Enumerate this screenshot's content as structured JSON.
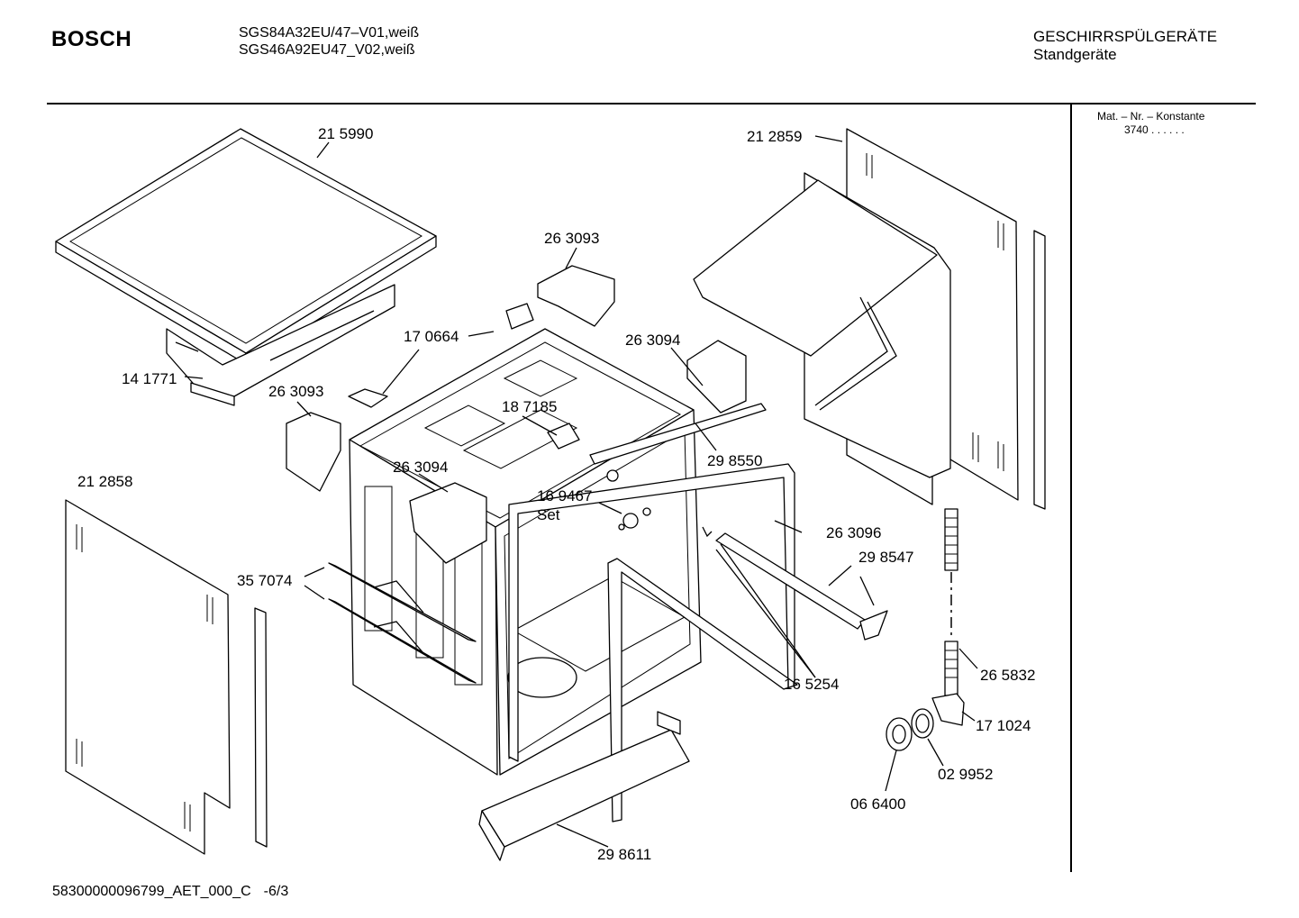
{
  "header": {
    "brand": "BOSCH",
    "model_line_1": "SGS84A32EU/47–V01,weiß",
    "model_line_2": "SGS46A92EU47_V02,weiß",
    "category_line_1": "GESCHIRRSPÜLGERÄTE",
    "category_line_2": "Standgeräte"
  },
  "sidebar": {
    "mat_label": "Mat. – Nr. – Konstante",
    "mat_value": "3740 . .   . . . ."
  },
  "parts": [
    {
      "id": "215990",
      "label": "21 5990"
    },
    {
      "id": "212859",
      "label": "21 2859"
    },
    {
      "id": "263093a",
      "label": "26 3093"
    },
    {
      "id": "170664",
      "label": "17 0664"
    },
    {
      "id": "263094a",
      "label": "26 3094"
    },
    {
      "id": "141771",
      "label": "14 1771"
    },
    {
      "id": "263093b",
      "label": "26 3093"
    },
    {
      "id": "187185",
      "label": "18 7185"
    },
    {
      "id": "298550",
      "label": "29 8550"
    },
    {
      "id": "263094b",
      "label": "26 3094"
    },
    {
      "id": "212858",
      "label": "21 2858"
    },
    {
      "id": "169467",
      "label": "16 9467"
    },
    {
      "id": "set",
      "label": "Set"
    },
    {
      "id": "263096",
      "label": "26 3096"
    },
    {
      "id": "357074",
      "label": "35 7074"
    },
    {
      "id": "298547",
      "label": "29 8547"
    },
    {
      "id": "265832",
      "label": "26 5832"
    },
    {
      "id": "165254",
      "label": "16 5254"
    },
    {
      "id": "171024",
      "label": "17 1024"
    },
    {
      "id": "029952",
      "label": "02 9952"
    },
    {
      "id": "066400",
      "label": "06 6400"
    },
    {
      "id": "298611",
      "label": "29 8611"
    }
  ],
  "footer": {
    "doc_id": "58300000096799_AET_000_C",
    "page": "-6/3"
  }
}
